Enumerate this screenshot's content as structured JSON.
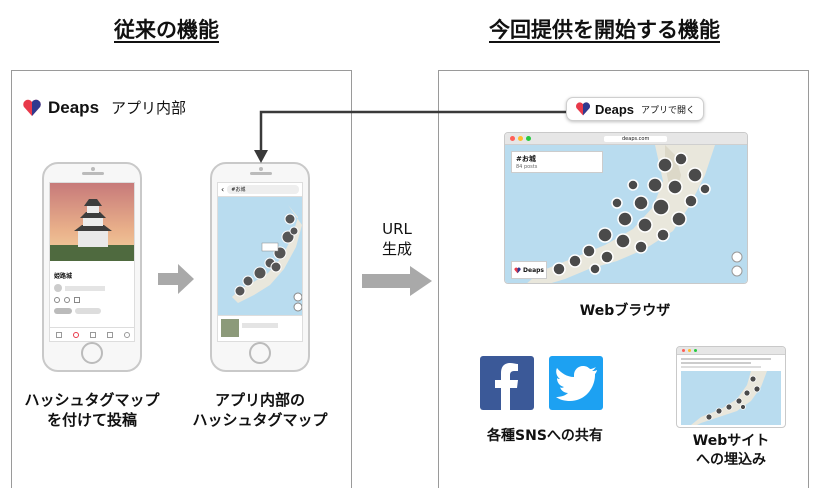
{
  "headings": {
    "left": "従来の機能",
    "right": "今回提供を開始する機能"
  },
  "left_panel": {
    "brand": "Deaps",
    "brand_suffix": "アプリ内部",
    "phone1": {
      "post_title": "姫路城",
      "caption_line1": "ハッシュタグマップ",
      "caption_line2": "を付けて投稿"
    },
    "phone2": {
      "search": "#お城",
      "caption_line1": "アプリ内部の",
      "caption_line2": "ハッシュタグマップ"
    }
  },
  "middle": {
    "line1": "URL",
    "line2": "生成"
  },
  "right_panel": {
    "open_button": {
      "brand": "Deaps",
      "label": "アプリで開く"
    },
    "browser": {
      "url": "deaps.com",
      "tag": "#お城",
      "count": "84 posts",
      "powered_by": "Deaps"
    },
    "browser_caption": "Webブラウザ",
    "sns_caption": "各種SNSへの共有",
    "embed_caption_line1": "Webサイト",
    "embed_caption_line2": "への埋込み"
  },
  "colors": {
    "heart_red": "#e8394a",
    "heart_blue": "#2f3a8f",
    "facebook": "#3b5998",
    "twitter": "#1da1f2",
    "sea": "#b9dcef",
    "land": "#e9e7dc",
    "arrow_gray": "#a9a9a9"
  },
  "icons": [
    "deaps-heart-icon",
    "facebook-icon",
    "twitter-icon",
    "zoom-in-icon",
    "zoom-out-icon"
  ]
}
